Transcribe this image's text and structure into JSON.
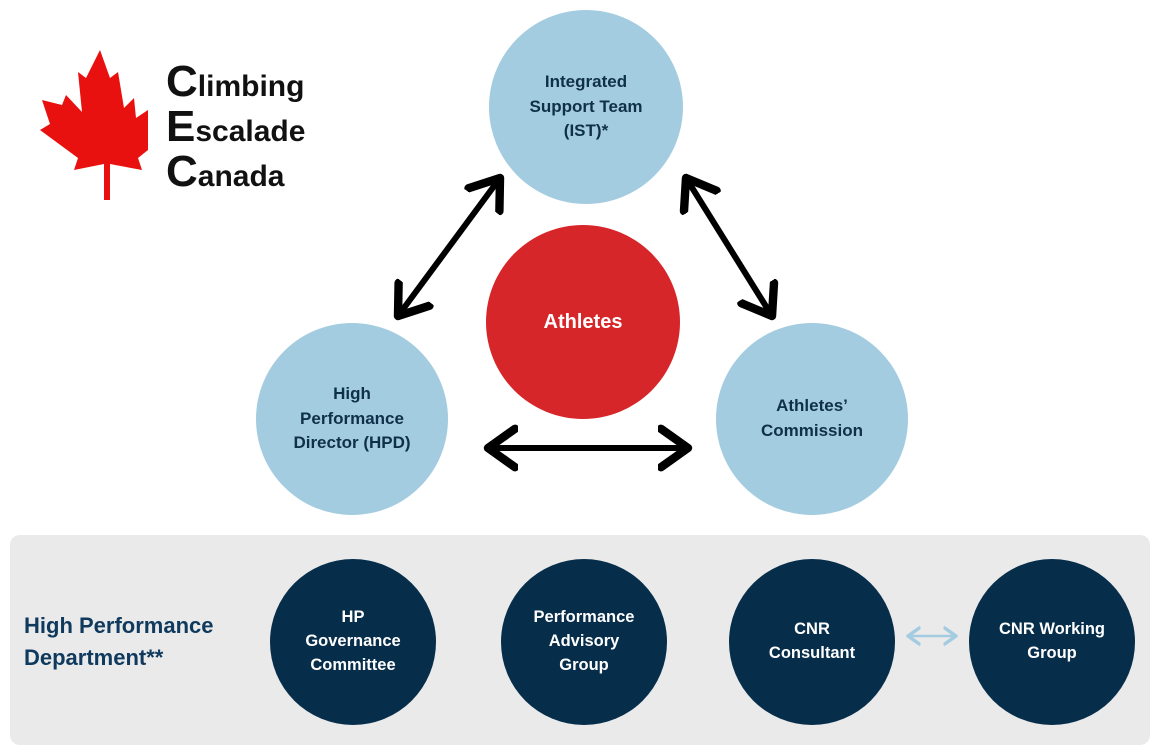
{
  "logo": {
    "line1_initial": "C",
    "line1_rest": "limbing",
    "line2_initial": "E",
    "line2_rest": "scalade",
    "line3_initial": "C",
    "line3_rest": "anada",
    "icon": "maple-leaf-icon",
    "color": "#e8110f"
  },
  "nodes": {
    "ist": "Integrated\nSupport Team\n(IST)*",
    "athletes": "Athletes",
    "hpd": "High\nPerformance\nDirector (HPD)",
    "commission": "Athletes’\nCommission"
  },
  "department": {
    "label": "High Performance\nDepartment**",
    "members": {
      "hp_governance": "HP\nGovernance\nCommittee",
      "advisory": "Performance\nAdvisory\nGroup",
      "cnr_consultant": "CNR\nConsultant",
      "cnr_working": "CNR Working\nGroup"
    }
  },
  "colors": {
    "light_circle": "#a4cce0",
    "athletes_circle": "#d7262a",
    "dark_circle": "#062d4a",
    "panel": "#eaeaea",
    "arrow": "#000000",
    "light_arrow": "#a4cce0"
  }
}
